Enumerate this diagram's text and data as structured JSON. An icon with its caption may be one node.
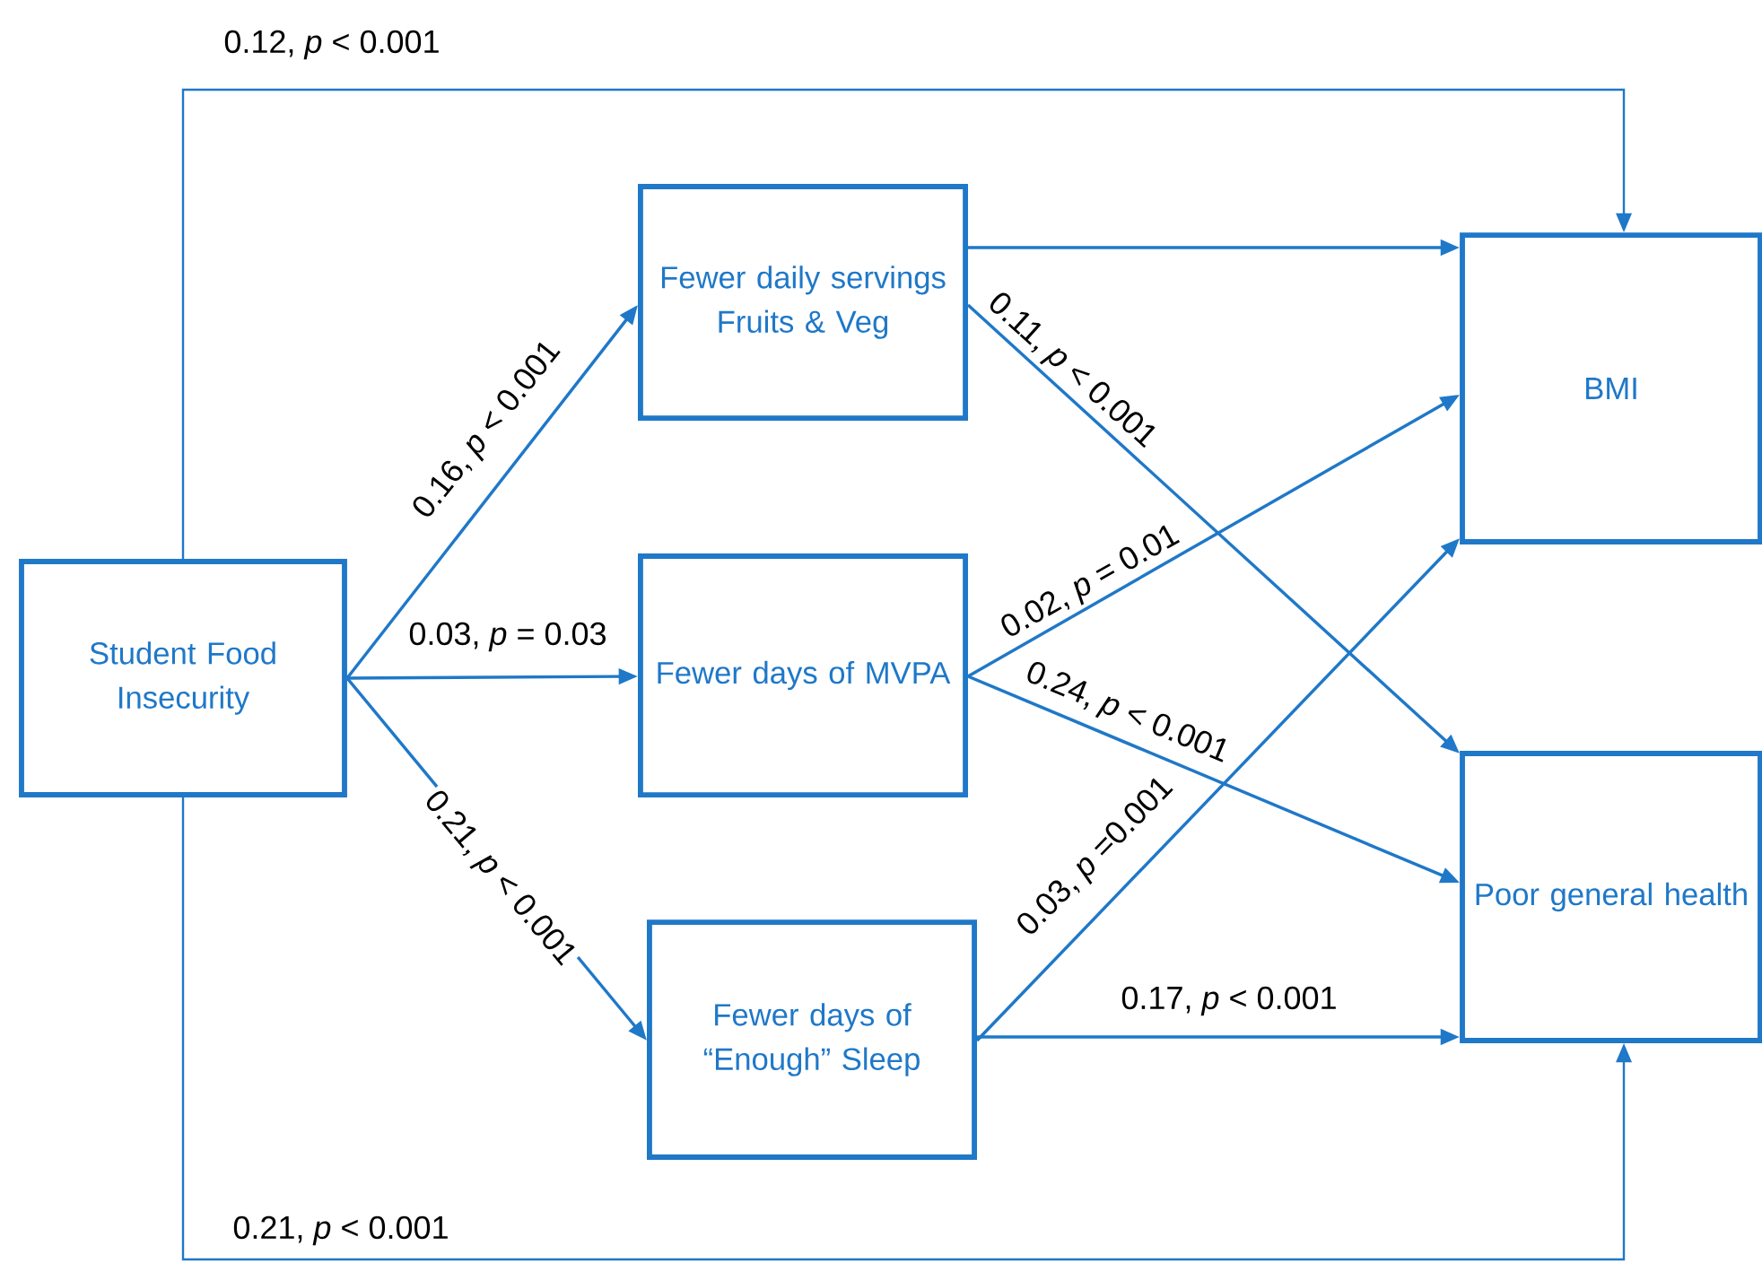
{
  "diagram": {
    "nodes": [
      {
        "text": [
          "Student Food Insecurity"
        ]
      },
      {
        "text": [
          "Fewer daily servings Fruits & Veg"
        ]
      },
      {
        "text": [
          "Fewer days of MVPA"
        ]
      },
      {
        "text": [
          "Fewer days of “Enough” Sleep"
        ]
      },
      {
        "text": [
          "BMI"
        ]
      },
      {
        "text": [
          "Poor general health"
        ]
      }
    ],
    "edges": [
      {
        "from": 0,
        "to": 4,
        "arrow": "to",
        "label": "0.12, *p* < 0.001"
      },
      {
        "from": 0,
        "to": 1,
        "arrow": "to",
        "label": "0.16, *p* < 0.001"
      },
      {
        "from": 0,
        "to": 2,
        "arrow": "to",
        "label": "0.03, *p* = 0.03"
      },
      {
        "from": 0,
        "to": 3,
        "arrow": "to",
        "label": "0.21, *p* < 0.001"
      },
      {
        "from": 1,
        "to": 4,
        "arrow": "to"
      },
      {
        "from": 1,
        "to": 5,
        "arrow": "to",
        "label": "0.11, *p* < 0.001"
      },
      {
        "from": 2,
        "to": 4,
        "arrow": "to",
        "label": "0.02, *p* = 0.01"
      },
      {
        "from": 2,
        "to": 5,
        "arrow": "to",
        "label": "0.24, *p* < 0.001"
      },
      {
        "from": 3,
        "to": 4,
        "arrow": "to",
        "label": "0.03, *p* =0.001"
      },
      {
        "from": 3,
        "to": 5,
        "arrow": "to",
        "label": "0.17, *p* < 0.001"
      },
      {
        "from": 0,
        "to": 5,
        "arrow": "to",
        "label": "0.21, *p* < 0.001"
      }
    ]
  }
}
